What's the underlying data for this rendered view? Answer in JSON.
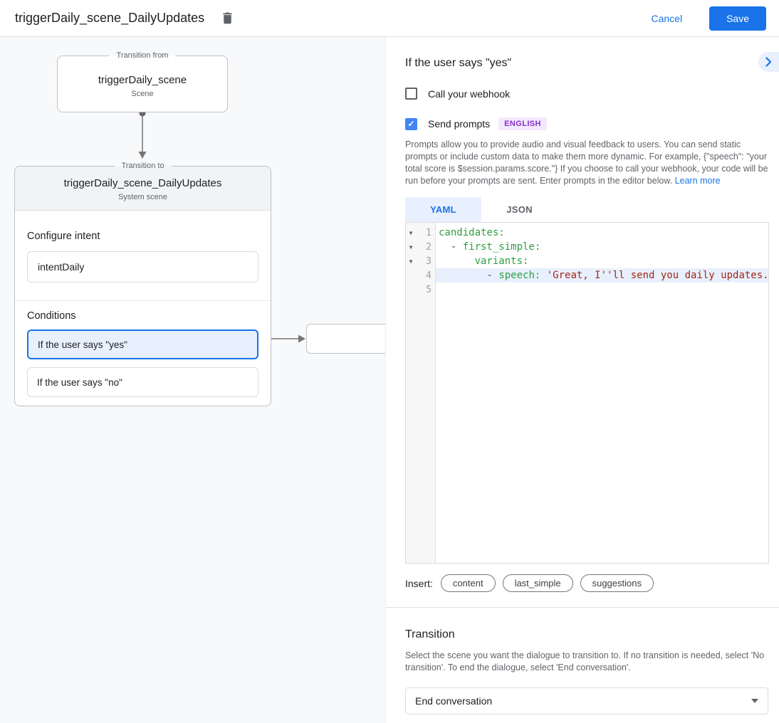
{
  "colors": {
    "accent_blue": "#1a73e8",
    "selection_blue_bg": "#e8f0fe",
    "badge_purple_text": "#8430ce",
    "badge_purple_bg": "#f4e8fd",
    "code_key_green": "#2e9e41",
    "code_string_red": "#a52714",
    "canvas_grey": "#f8f9fa"
  },
  "topbar": {
    "title": "triggerDaily_scene_DailyUpdates",
    "delete_icon": "trash-icon",
    "cancel_label": "Cancel",
    "save_label": "Save"
  },
  "canvas": {
    "from_node": {
      "legend": "Transition from",
      "title": "triggerDaily_scene",
      "subtitle": "Scene"
    },
    "to_node": {
      "legend": "Transition to",
      "title": "triggerDaily_scene_DailyUpdates",
      "subtitle": "System scene",
      "configure_intent_label": "Configure intent",
      "intent_value": "intentDaily",
      "conditions_label": "Conditions",
      "conditions": [
        {
          "label": "If the user says \"yes\"",
          "selected": true
        },
        {
          "label": "If the user says \"no\"",
          "selected": false
        }
      ]
    }
  },
  "panel": {
    "title": "If the user says \"yes\"",
    "collapse_icon": "chevron-right-icon",
    "webhook_checkbox": {
      "label": "Call your webhook",
      "checked": false
    },
    "prompts_checkbox": {
      "label": "Send prompts",
      "checked": true,
      "badge": "ENGLISH"
    },
    "description": "Prompts allow you to provide audio and visual feedback to users. You can send static prompts or include custom data to make them more dynamic. For example, {\"speech\": \"your total score is $session.params.score.\"} If you choose to call your webhook, your code will be run before your prompts are sent. Enter prompts in the editor below. ",
    "learn_more_label": "Learn more",
    "tabs": [
      {
        "label": "YAML",
        "active": true
      },
      {
        "label": "JSON",
        "active": false
      }
    ],
    "editor": {
      "lines": [
        {
          "number": "1",
          "fold": true,
          "highlight": false,
          "segments": [
            {
              "t": "candidates:",
              "c": "key"
            }
          ]
        },
        {
          "number": "2",
          "fold": true,
          "highlight": false,
          "segments": [
            {
              "t": "  - ",
              "c": "plain"
            },
            {
              "t": "first_simple:",
              "c": "key"
            }
          ]
        },
        {
          "number": "3",
          "fold": true,
          "highlight": false,
          "segments": [
            {
              "t": "      ",
              "c": "plain"
            },
            {
              "t": "variants:",
              "c": "key"
            }
          ]
        },
        {
          "number": "4",
          "fold": false,
          "highlight": true,
          "segments": [
            {
              "t": "        - ",
              "c": "plain"
            },
            {
              "t": "speech: ",
              "c": "key"
            },
            {
              "t": "'Great, I''ll send you daily updates.",
              "c": "string"
            }
          ]
        },
        {
          "number": "5",
          "fold": false,
          "highlight": false,
          "segments": []
        }
      ]
    },
    "insert": {
      "label": "Insert:",
      "chips": [
        "content",
        "last_simple",
        "suggestions"
      ]
    },
    "transition": {
      "title": "Transition",
      "description": "Select the scene you want the dialogue to transition to. If no transition is needed, select 'No transition'. To end the dialogue, select 'End conversation'.",
      "dropdown_value": "End conversation"
    }
  }
}
